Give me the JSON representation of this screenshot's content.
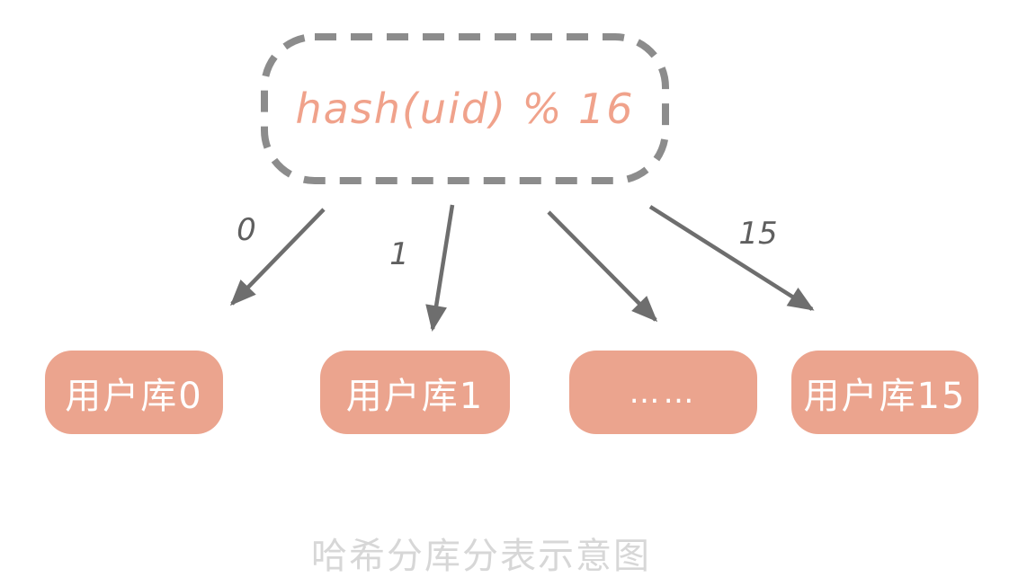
{
  "diagram": {
    "hash_node": {
      "label": "hash(uid) % 16"
    },
    "arrows": [
      {
        "label": "0"
      },
      {
        "label": "1"
      },
      {
        "label": ""
      },
      {
        "label": "15"
      }
    ],
    "databases": [
      {
        "label": "用户库0"
      },
      {
        "label": "用户库1"
      },
      {
        "label": "……"
      },
      {
        "label": "用户库15"
      }
    ],
    "caption": "哈希分库分表示意图",
    "colors": {
      "node_fill": "#EBA48E",
      "hash_text": "#F0A28B",
      "dash_border": "#8C8C8C",
      "arrow": "#6E6E6E",
      "arrow_label": "#5F5F5F",
      "caption_text": "#D7D7D7"
    }
  }
}
